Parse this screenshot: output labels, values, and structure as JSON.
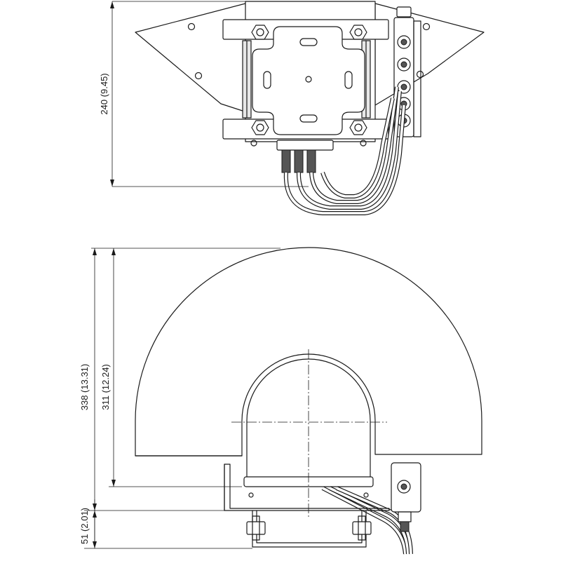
{
  "dimensions": {
    "top_height": "240 (9.45)",
    "overall_height": "338 (13.31)",
    "shield_height": "311 (12.24)",
    "bracket_offset": "51 (2.01)"
  }
}
